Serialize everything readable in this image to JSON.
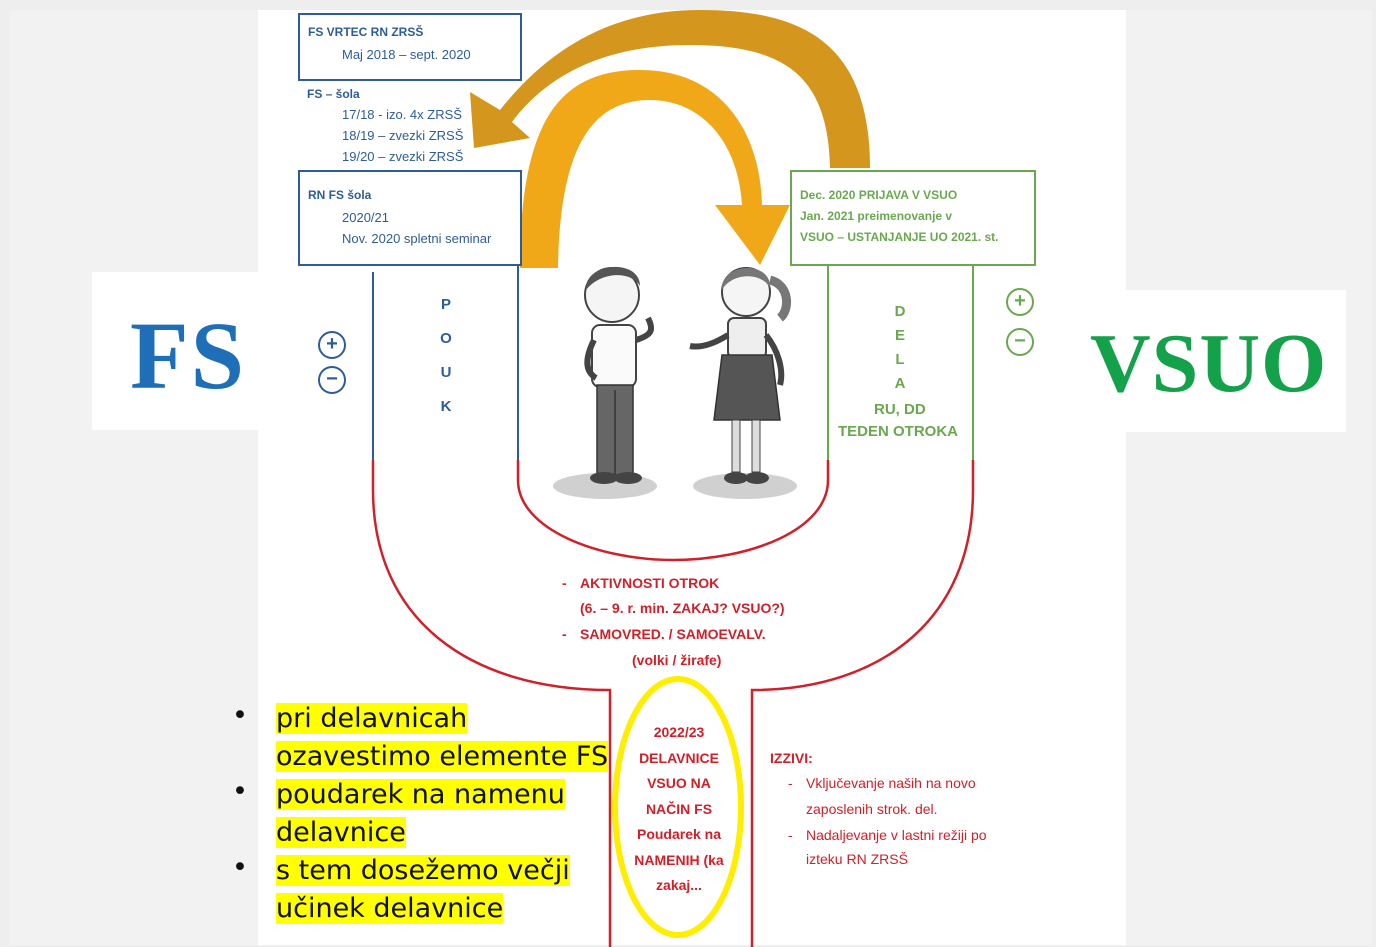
{
  "left_label": "FS",
  "right_label": "VSUO",
  "box_vrtec": {
    "title": "FS VRTEC RN ZRSŠ",
    "line": "Maj 2018 – sept. 2020"
  },
  "fs_sola": {
    "title": "FS – šola",
    "lines": [
      "17/18 - izo. 4x ZRSŠ",
      "18/19 – zvezki ZRSŠ",
      "19/20 – zvezki ZRSŠ"
    ]
  },
  "box_rn": {
    "title": "RN FS šola",
    "lines": [
      "2020/21",
      "Nov. 2020 spletni seminar"
    ]
  },
  "box_vsuo": {
    "lines": [
      "Dec. 2020 PRIJAVA V VSUO",
      "Jan. 2021 preimenovanje v",
      "VSUO – USTANJANJE UO 2021. st."
    ]
  },
  "pouk_letters": [
    "P",
    "O",
    "U",
    "K"
  ],
  "dela_letters": [
    "D",
    "E",
    "L",
    "A"
  ],
  "dela_extra": [
    "RU, DD",
    "TEDEN OTROKA"
  ],
  "plus_symbol": "+",
  "minus_symbol": "−",
  "activities": {
    "bullet": "-",
    "items": [
      {
        "main": "AKTIVNOSTI OTROK",
        "sub": "(6. – 9. r. min. ZAKAJ? VSUO?)"
      },
      {
        "main": "SAMOVRED. / SAMOEVALV.",
        "sub": "(volki / žirafe)"
      }
    ]
  },
  "center_oval": [
    "2022/23",
    "DELAVNICE",
    "VSUO NA",
    "NAČIN FS",
    "Poudarek na",
    "NAMENIH (ka",
    "zakaj..."
  ],
  "izzivi": {
    "title": "IZZIVI:",
    "bullet": "-",
    "items": [
      [
        "Vključevanje naših na novo",
        "zaposlenih strok. del."
      ],
      [
        "Nadaljevanje v lastni režiji po",
        "izteku RN ZRSŠ"
      ]
    ]
  },
  "bullets": {
    "marker": "•",
    "items": [
      [
        "pri delavnicah",
        "ozavestimo elemente FS"
      ],
      [
        "poudarek na namenu",
        "delavnice"
      ],
      [
        "s tem dosežemo večji",
        "učinek delavnice"
      ]
    ]
  },
  "colors": {
    "fs_blue": "#1f6fb8",
    "vsuo_green": "#13a14a",
    "line_blue": "#2e5c9a",
    "line_green": "#6aa84f",
    "line_red": "#d0202a",
    "arrow_gold": "#e8a01e",
    "oval_yellow": "#ffee00",
    "highlight": "#ffff00"
  }
}
